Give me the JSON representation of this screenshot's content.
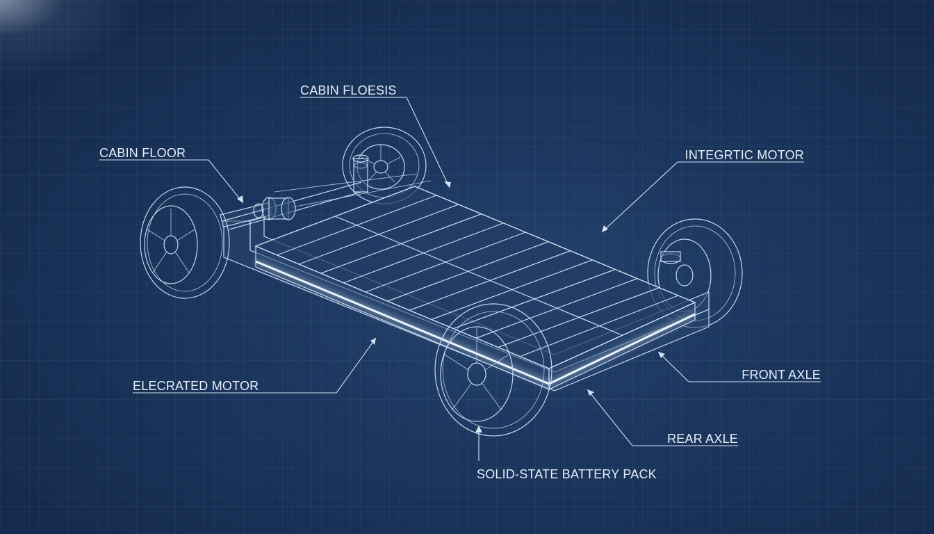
{
  "labels": {
    "cabin_floesis": "CABIN FLOESIS",
    "cabin_floor": "CABIN FLOOR",
    "integrtic_motor": "INTEGRTIC MOTOR",
    "elecrated_motor": "ELECRATED MOTOR",
    "front_axle": "FRONT AXLE",
    "rear_axle": "REAR AXLE",
    "battery_pack": "SOLID-STATE BATTERY PACK"
  },
  "colors": {
    "background": "#1a345b",
    "line": "#c6d9f0",
    "glow": "#bfe2ff",
    "text": "#e7eef8"
  },
  "icons": {
    "wheel": "wheel-icon",
    "motor": "motor-icon"
  }
}
